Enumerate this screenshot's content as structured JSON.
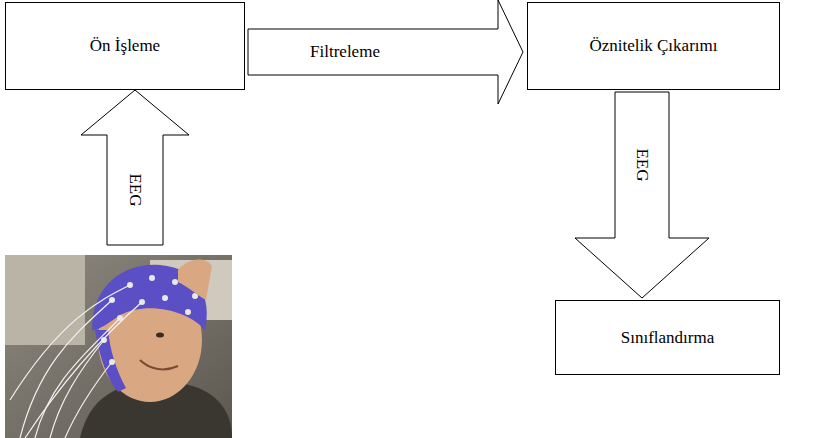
{
  "diagram": {
    "nodes": [
      {
        "text": [
          "Ön İşleme"
        ]
      },
      {
        "text": [
          "Öznitelik Çıkarımı"
        ]
      },
      {
        "text": [
          "Sınıflandırma"
        ]
      }
    ],
    "edges": [
      {
        "from": 0,
        "to": 1,
        "arrow": "to",
        "label": "Filtreleme"
      },
      {
        "from": 1,
        "to": 2,
        "arrow": "to",
        "label": "EEG"
      }
    ],
    "labels": [
      "EEG"
    ]
  }
}
